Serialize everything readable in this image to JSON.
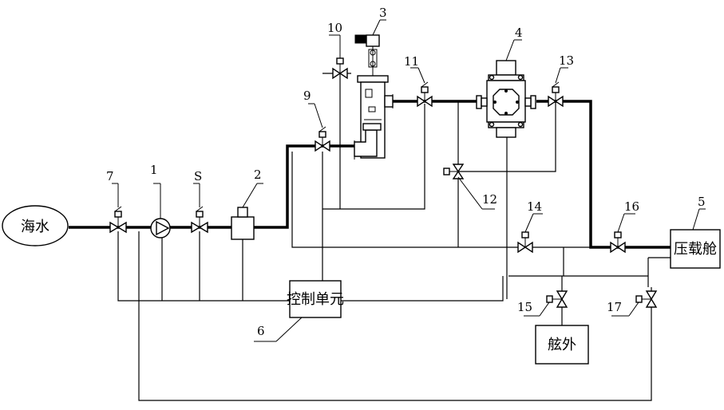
{
  "sources": {
    "seawater": "海水",
    "ballast_tank": "压载舱",
    "overboard": "舷外",
    "control_unit": "控制单元"
  },
  "labels": {
    "pump": "1",
    "component_2": "2",
    "filter": "3",
    "reactor": "4",
    "ballast_tank": "5",
    "control_unit": "6",
    "valve_7": "7",
    "valve_8": "S",
    "valve_9": "9",
    "valve_10": "10",
    "valve_11": "11",
    "valve_12": "12",
    "valve_13": "13",
    "valve_14": "14",
    "valve_15": "15",
    "valve_16": "16",
    "valve_17": "17"
  }
}
